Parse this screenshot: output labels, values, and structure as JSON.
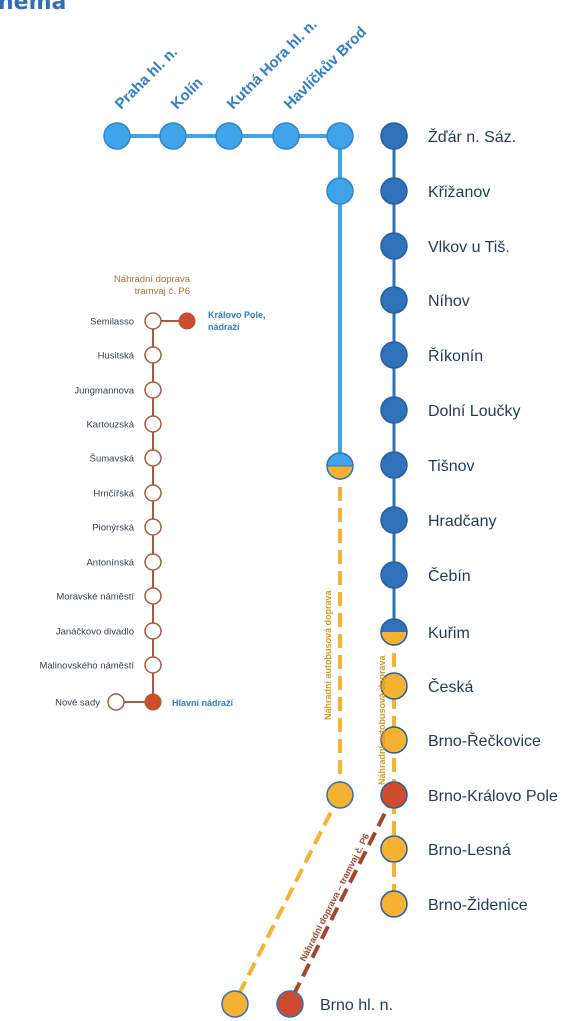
{
  "title": "hema",
  "colors": {
    "light_blue": "#3fa4ea",
    "dark_blue": "#2f72b9",
    "orange": "#f7b233",
    "orange_stroke": "#d79a1f",
    "red": "#cf4b2e",
    "brown": "#a85a3a",
    "brown_label": "#b46a32",
    "blue_label": "#2f7fc8",
    "station_text": "#1f3a5a",
    "small_text": "#333f4f"
  },
  "top_stations": [
    "Praha hl. n.",
    "Kolín",
    "Kutná Hora hl. n.",
    "Havlíčkův Brod"
  ],
  "main_stations": [
    "Žďár n. Sáz.",
    "Křižanov",
    "Vlkov u Tiš.",
    "Níhov",
    "Říkonín",
    "Dolní Loučky",
    "Tišnov",
    "Hradčany",
    "Čebín",
    "Kuřim",
    "Česká",
    "Brno-Řečkovice",
    "Brno-Královo Pole",
    "Brno-Lesná",
    "Brno-Židenice"
  ],
  "bus_label_1": "Náhradní autobusová doprava",
  "bus_label_2": "Náhradní autobusová doprava",
  "tram_label": "Náhradní doprava – tramvaj č. P6",
  "brno_hl_n": "Brno hl. n.",
  "tram_box": {
    "title_line1": "Náhradní doprava",
    "title_line2": "tramvaj č. P6",
    "stops": [
      "Semilasso",
      "Husitská",
      "Jungmannova",
      "Kartouzská",
      "Šumavská",
      "Hrnčířská",
      "Pionýrská",
      "Antonínská",
      "Moravské náměstí",
      "Janáčkovo divadlo",
      "Malinovského náměstí",
      "Nové sady"
    ],
    "kralovo_pole_line1": "Královo Pole,",
    "kralovo_pole_line2": "nádraží",
    "hlavni_nadrazi": "Hlavní nádraží"
  }
}
